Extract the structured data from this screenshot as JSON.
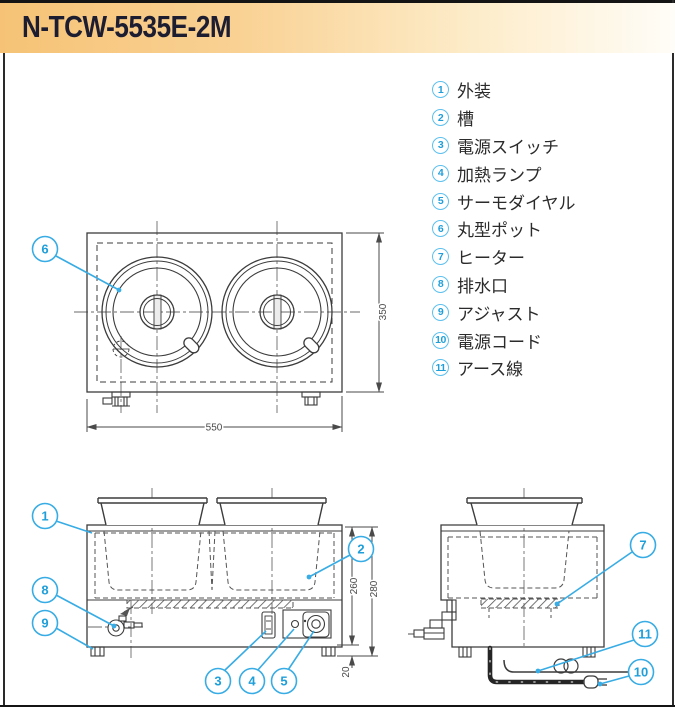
{
  "header": {
    "title": "N-TCW-5535E-2M",
    "gradient_from": "#f6c376",
    "gradient_to": "#fffdf8",
    "text_color": "#1d1d31"
  },
  "accent_color": "#38ace4",
  "legend": {
    "items": [
      {
        "num": "1",
        "label": "外装"
      },
      {
        "num": "2",
        "label": "槽"
      },
      {
        "num": "3",
        "label": "電源スイッチ"
      },
      {
        "num": "4",
        "label": "加熱ランプ"
      },
      {
        "num": "5",
        "label": "サーモダイヤル"
      },
      {
        "num": "6",
        "label": "丸型ポット"
      },
      {
        "num": "7",
        "label": "ヒーター"
      },
      {
        "num": "8",
        "label": "排水口"
      },
      {
        "num": "9",
        "label": "アジャスト"
      },
      {
        "num": "10",
        "label": "電源コード"
      },
      {
        "num": "11",
        "label": "アース線"
      }
    ]
  },
  "top_view": {
    "dim_width": "550",
    "dim_depth": "350",
    "callout_pot": "6"
  },
  "front_view": {
    "dim_body_height": "260",
    "dim_total_height": "280",
    "dim_foot_height": "20",
    "callout_exterior": "1",
    "callout_tank": "2",
    "callout_switch": "3",
    "callout_lamp": "4",
    "callout_dial": "5",
    "callout_drain": "8",
    "callout_adjust": "9"
  },
  "side_view": {
    "callout_heater": "7",
    "callout_cord": "10",
    "callout_earth": "11"
  }
}
